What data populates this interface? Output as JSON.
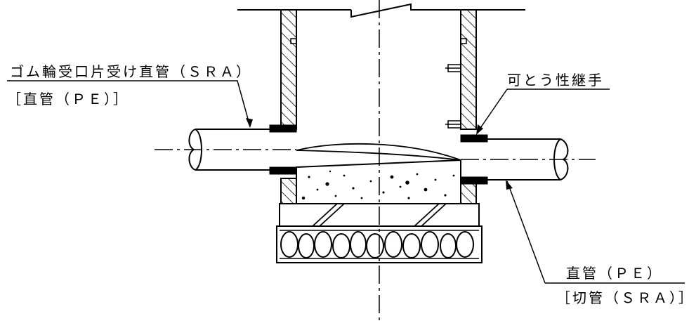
{
  "labels": {
    "top_left_1": "ゴム輪受口片受け直管（ＳＲＡ）",
    "top_left_2": "［直管（ＰＥ）］",
    "top_right": "可とう性継手",
    "bottom_right_1": "直管（ＰＥ）",
    "bottom_right_2": "［切管（ＳＲＡ）］"
  },
  "colors": {
    "line": "#000000",
    "background": "#ffffff"
  }
}
